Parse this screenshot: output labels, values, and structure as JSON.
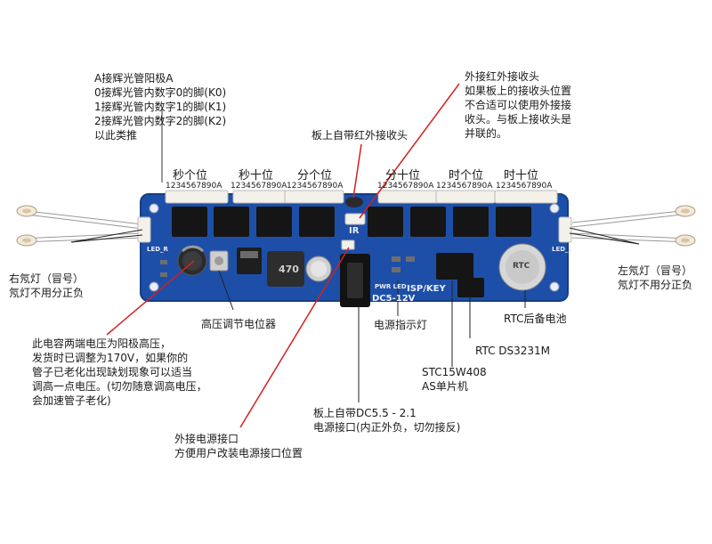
{
  "annotations": {
    "anode_note": [
      "A接辉光管阳极A",
      "0接辉光管内数字0的脚(K0)",
      "1接辉光管内数字1的脚(K1)",
      "2接辉光管内数字2的脚(K2)",
      "以此类推"
    ],
    "ir_external": [
      "外接红外接收头",
      "如果板上的接收头位置",
      "不合适可以使用外接接",
      "收头。与板上接收头是",
      "并联的。"
    ],
    "ir_onboard": "板上自带红外接收头",
    "right_neon": [
      "右氖灯（冒号）",
      "氖灯不用分正负"
    ],
    "left_neon": [
      "左氖灯（冒号）",
      "氖灯不用分正负"
    ],
    "hv_pot": "高压调节电位器",
    "capacitor_note": [
      "此电容两端电压为阳极高压，",
      "发货时已调整为170V，如果你的",
      "管子已老化出现缺划现象可以适当",
      "调高一点电压。(切勿随意调高电压，",
      "会加速管子老化)"
    ],
    "power_led": "电源指示灯",
    "rtc_battery": "RTC后备电池",
    "rtc_chip": "RTC DS3231M",
    "mcu": [
      "STC15W408",
      "AS单片机"
    ],
    "dc_jack": [
      "板上自带DC5.5 - 2.1",
      "电源接口(内正外负，切勿接反)"
    ],
    "ext_power": [
      "外接电源接口",
      "方便用户改装电源接口位置"
    ]
  },
  "headers": {
    "sec_ones": "秒个位",
    "sec_tens": "秒十位",
    "min_ones": "分个位",
    "min_tens": "分十位",
    "hour_ones": "时个位",
    "hour_tens": "时十位",
    "pin_row": "1234567890A"
  },
  "board_silk": {
    "ir": "IR",
    "isp": "ISP/KEY",
    "dc": "DC5-12V",
    "pwr": "PWR LED",
    "cap": "470",
    "rtc": "RTC",
    "led_r": "LED_R",
    "led_l": "LED_L"
  },
  "colors": {
    "board": "#1d4fa8",
    "pointer": "#d42020",
    "leader": "#333333"
  }
}
